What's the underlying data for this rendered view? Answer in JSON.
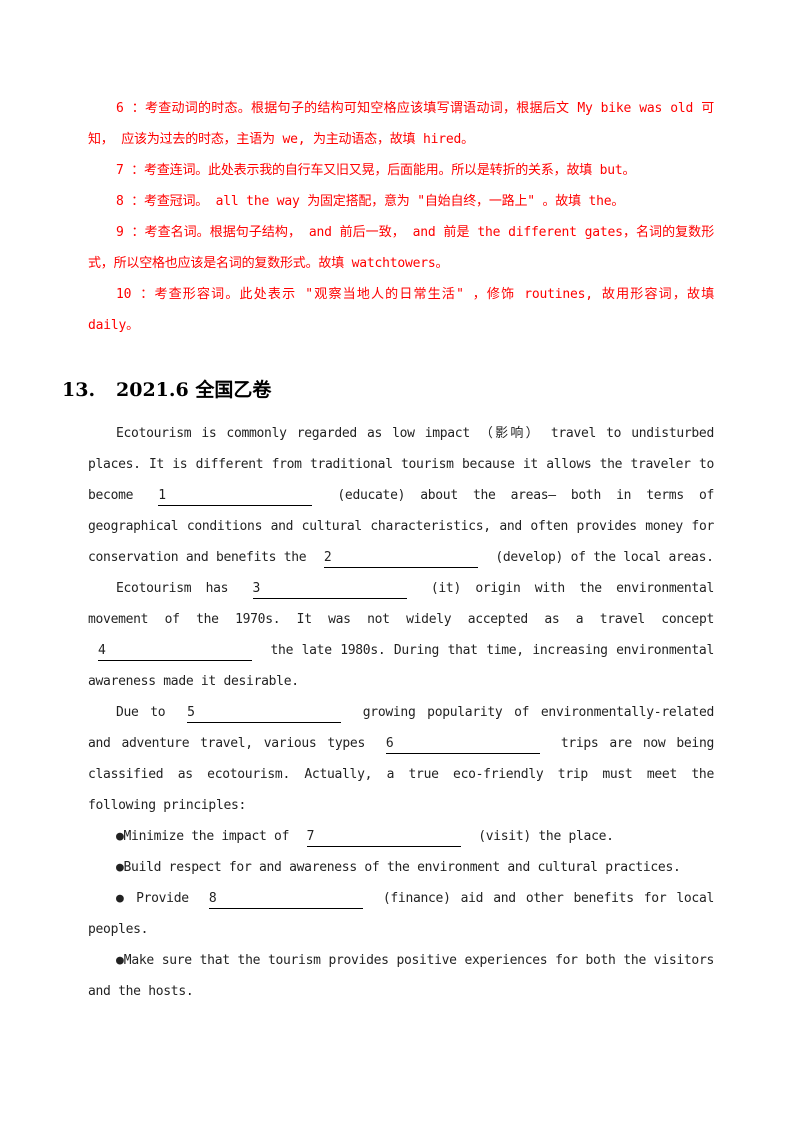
{
  "answers": [
    {
      "id": "a6",
      "text": "6 ：考查动词的时态。根据句子的结构可知空格应该填写谓语动词，根据后文 My bike was old 可知， 应该为过去的时态，主语为 we, 为主动语态，故填 hired。"
    },
    {
      "id": "a7",
      "text": "7 ：考查连词。此处表示我的自行车又旧又晃，后面能用。所以是转折的关系，故填 but。"
    },
    {
      "id": "a8",
      "text": "8 ：考查冠词。 all the way 为固定搭配，意为 \"自始自终，一路上\" 。故填 the。"
    },
    {
      "id": "a9",
      "text": "9 ：考查名词。根据句子结构， and 前后一致， and 前是 the different gates，名词的复数形式，所以空格也应该是名词的复数形式。故填 watchtowers。"
    },
    {
      "id": "a10",
      "text": "10 ：考查形容词。此处表示 \"观察当地人的日常生活\" ，修饰 routines, 故用形容词，故填 daily。"
    }
  ],
  "heading": {
    "number": "13.",
    "title": "2021.6 全国乙卷"
  },
  "passage": {
    "p1": {
      "before1": "Ecotourism is commonly regarded as low impact （影响） travel to undisturbed places. It is different from traditional tourism because it allows the traveler to become",
      "blank1": "1",
      "after1": "(educate) about the areas— both in terms of geographical conditions and cultural characteristics, and often provides money for conservation and benefits the",
      "blank2": "2",
      "after2": "(develop) of the local areas."
    },
    "p2": {
      "before1": "Ecotourism has",
      "blank3": "3",
      "after1": "(it) origin with the environmental movement of the 1970s. It was not widely accepted as a travel concept",
      "blank4": "4",
      "after2": "the late 1980s. During that time, increasing environmental awareness made it desirable."
    },
    "p3": {
      "before1": "Due to",
      "blank5": "5",
      "after1": "growing popularity of environmentally-related and adventure travel, various types",
      "blank6": "6",
      "after2": "trips are now being classified as ecotourism. Actually, a true eco-friendly trip must meet the following principles:"
    },
    "b1": {
      "before": "●Minimize the impact of",
      "blank7": "7",
      "after": "(visit) the place."
    },
    "b2": {
      "text": "●Build respect for and awareness of the environment and cultural practices."
    },
    "b3": {
      "before": "● Provide",
      "blank8": "8",
      "after": "(finance) aid and other benefits for local peoples."
    },
    "b4": {
      "text": "●Make sure that the tourism provides positive experiences for both the visitors and the hosts."
    }
  }
}
